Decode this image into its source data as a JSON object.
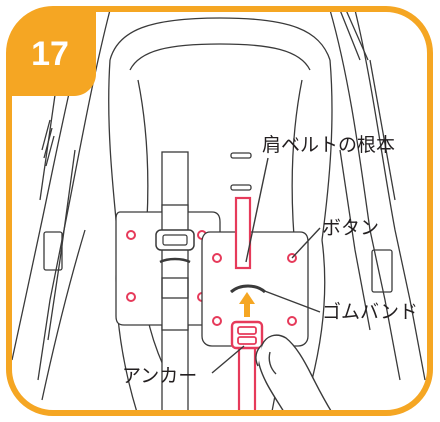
{
  "step": {
    "number": "17"
  },
  "labels": {
    "shoulder_belt_root": "肩ベルトの根本",
    "button": "ボタン",
    "rubber_band": "ゴムバンド",
    "anchor": "アンカー"
  },
  "colors": {
    "frame": "#f5a623",
    "badge": "#f5a623",
    "belt": "#e63a5a",
    "line": "#3a3a3a",
    "arrow": "#f5a623"
  }
}
